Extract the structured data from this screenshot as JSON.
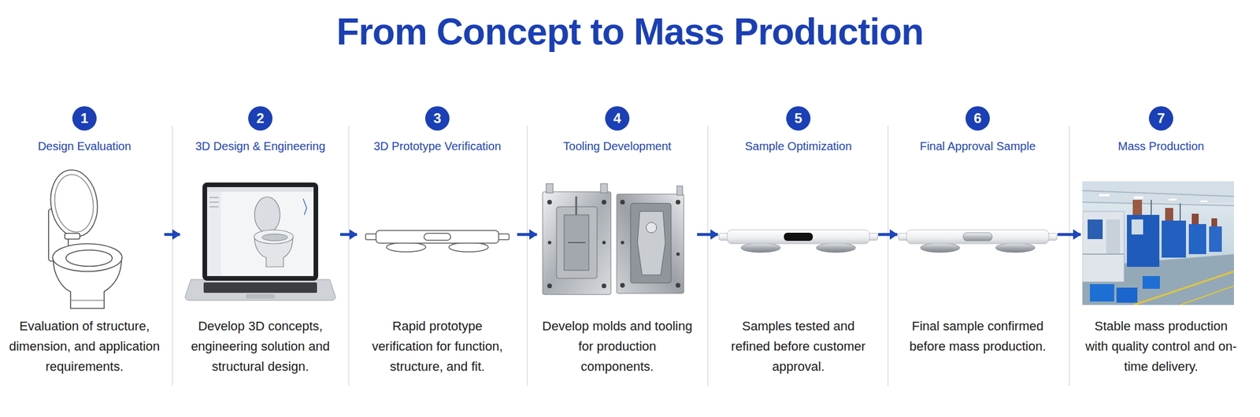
{
  "diagram": {
    "title": "From Concept to Mass Production",
    "nodes": [
      {
        "text": [
          "Design Evaluation",
          "Evaluation of structure, dimension, and application requirements."
        ]
      },
      {
        "text": [
          "1"
        ],
        "in": 0
      },
      {
        "text": [
          "3D Design & Engineering",
          "Develop 3D concepts, engineering solution and structural design."
        ]
      },
      {
        "text": [
          "2"
        ],
        "in": 2
      },
      {
        "text": [
          "3D Prototype Verification",
          "Rapid prototype verification for function, structure, and fit."
        ]
      },
      {
        "text": [
          "3"
        ],
        "in": 4
      },
      {
        "text": [
          "Tooling Development",
          "Develop molds and tooling for production components."
        ]
      },
      {
        "text": [
          "4"
        ],
        "in": 6
      },
      {
        "text": [
          "Sample Optimization",
          "Samples tested and refined before customer approval."
        ]
      },
      {
        "text": [
          "5"
        ],
        "in": 8
      },
      {
        "text": [
          "Final Approval Sample",
          "Final sample confirmed before mass production."
        ]
      },
      {
        "text": [
          "6"
        ],
        "in": 10
      },
      {
        "text": [
          "Mass Production",
          "Stable mass production with quality control and on-time delivery."
        ]
      },
      {
        "text": [
          "7"
        ],
        "in": 12
      }
    ],
    "edges": [
      {
        "from": 0,
        "to": 2,
        "arrow": "to"
      },
      {
        "from": 2,
        "to": 4,
        "arrow": "to"
      },
      {
        "from": 4,
        "to": 6,
        "arrow": "to"
      },
      {
        "from": 6,
        "to": 8,
        "arrow": "to"
      },
      {
        "from": 8,
        "to": 10,
        "arrow": "to"
      },
      {
        "from": 10,
        "to": 12,
        "arrow": "to"
      }
    ]
  }
}
